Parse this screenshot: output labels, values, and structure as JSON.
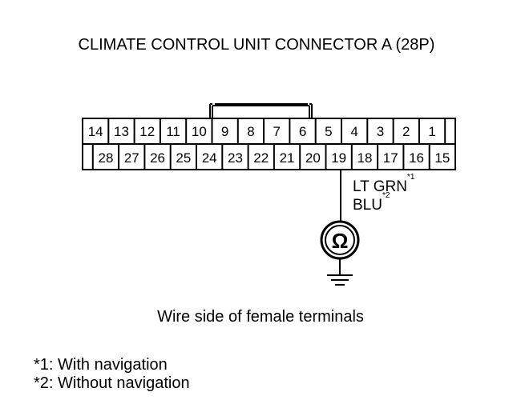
{
  "title": "CLIMATE CONTROL UNIT CONNECTOR A (28P)",
  "connector": {
    "top_row": [
      "14",
      "13",
      "12",
      "11",
      "10",
      "9",
      "8",
      "7",
      "6",
      "5",
      "4",
      "3",
      "2",
      "1"
    ],
    "bottom_row": [
      "28",
      "27",
      "26",
      "25",
      "24",
      "23",
      "22",
      "21",
      "20",
      "19",
      "18",
      "17",
      "16",
      "15"
    ],
    "probe_terminal": "19"
  },
  "wire": {
    "color_1": "LT GRN",
    "color_1_note": "*1",
    "color_2": "BLU",
    "color_2_note": "*2"
  },
  "meter_symbol": "Ω",
  "caption": "Wire side of female terminals",
  "notes": [
    "*1: With navigation",
    "*2: Without navigation"
  ]
}
